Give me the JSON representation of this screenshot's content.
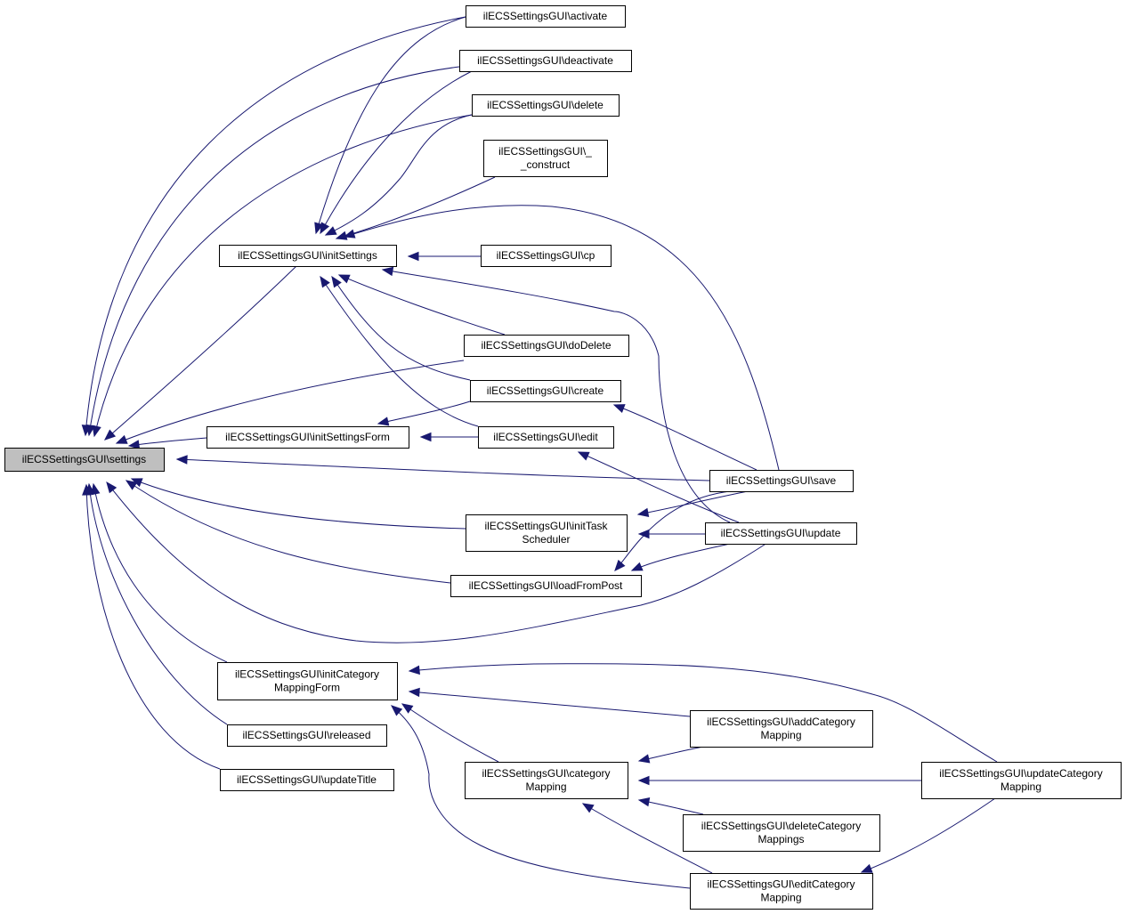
{
  "nodes": [
    {
      "id": "settings",
      "lines": [
        "ilECSSettingsGUI\\settings"
      ],
      "root": true
    },
    {
      "id": "activate",
      "lines": [
        "ilECSSettingsGUI\\activate"
      ]
    },
    {
      "id": "deactivate",
      "lines": [
        "ilECSSettingsGUI\\deactivate"
      ]
    },
    {
      "id": "delete",
      "lines": [
        "ilECSSettingsGUI\\delete"
      ]
    },
    {
      "id": "construct",
      "lines": [
        "ilECSSettingsGUI\\_",
        "_construct"
      ]
    },
    {
      "id": "initSettings",
      "lines": [
        "ilECSSettingsGUI\\initSettings"
      ]
    },
    {
      "id": "cp",
      "lines": [
        "ilECSSettingsGUI\\cp"
      ]
    },
    {
      "id": "doDelete",
      "lines": [
        "ilECSSettingsGUI\\doDelete"
      ]
    },
    {
      "id": "create",
      "lines": [
        "ilECSSettingsGUI\\create"
      ]
    },
    {
      "id": "initSettingsForm",
      "lines": [
        "ilECSSettingsGUI\\initSettingsForm"
      ]
    },
    {
      "id": "edit",
      "lines": [
        "ilECSSettingsGUI\\edit"
      ]
    },
    {
      "id": "save",
      "lines": [
        "ilECSSettingsGUI\\save"
      ]
    },
    {
      "id": "initTaskScheduler",
      "lines": [
        "ilECSSettingsGUI\\initTask",
        "Scheduler"
      ]
    },
    {
      "id": "update",
      "lines": [
        "ilECSSettingsGUI\\update"
      ]
    },
    {
      "id": "loadFromPost",
      "lines": [
        "ilECSSettingsGUI\\loadFromPost"
      ]
    },
    {
      "id": "initCategoryMappingForm",
      "lines": [
        "ilECSSettingsGUI\\initCategory",
        "MappingForm"
      ]
    },
    {
      "id": "addCategoryMapping",
      "lines": [
        "ilECSSettingsGUI\\addCategory",
        "Mapping"
      ]
    },
    {
      "id": "released",
      "lines": [
        "ilECSSettingsGUI\\released"
      ]
    },
    {
      "id": "categoryMapping",
      "lines": [
        "ilECSSettingsGUI\\category",
        "Mapping"
      ]
    },
    {
      "id": "updateCategoryMapping",
      "lines": [
        "ilECSSettingsGUI\\updateCategory",
        "Mapping"
      ]
    },
    {
      "id": "updateTitle",
      "lines": [
        "ilECSSettingsGUI\\updateTitle"
      ]
    },
    {
      "id": "deleteCategoryMappings",
      "lines": [
        "ilECSSettingsGUI\\deleteCategory",
        "Mappings"
      ]
    },
    {
      "id": "editCategoryMapping",
      "lines": [
        "ilECSSettingsGUI\\editCategory",
        "Mapping"
      ]
    }
  ],
  "edges": [
    {
      "from": "activate",
      "to": "settings"
    },
    {
      "from": "deactivate",
      "to": "settings"
    },
    {
      "from": "delete",
      "to": "settings"
    },
    {
      "from": "initSettings",
      "to": "settings"
    },
    {
      "from": "doDelete",
      "to": "settings"
    },
    {
      "from": "create",
      "to": "initSettingsForm"
    },
    {
      "from": "initSettingsForm",
      "to": "settings"
    },
    {
      "from": "edit",
      "to": "initSettingsForm"
    },
    {
      "from": "save",
      "to": "settings"
    },
    {
      "from": "initTaskScheduler",
      "to": "settings"
    },
    {
      "from": "loadFromPost",
      "to": "settings"
    },
    {
      "from": "update",
      "to": "settings"
    },
    {
      "from": "initCategoryMappingForm",
      "to": "settings"
    },
    {
      "from": "released",
      "to": "settings"
    },
    {
      "from": "updateTitle",
      "to": "settings"
    },
    {
      "from": "activate",
      "to": "initSettings"
    },
    {
      "from": "deactivate",
      "to": "initSettings"
    },
    {
      "from": "delete",
      "to": "initSettings"
    },
    {
      "from": "construct",
      "to": "initSettings"
    },
    {
      "from": "save",
      "to": "initSettings"
    },
    {
      "from": "cp",
      "to": "initSettings"
    },
    {
      "from": "update",
      "to": "initSettings"
    },
    {
      "from": "doDelete",
      "to": "initSettings"
    },
    {
      "from": "create",
      "to": "initSettings"
    },
    {
      "from": "edit",
      "to": "initSettings"
    },
    {
      "from": "save",
      "to": "create"
    },
    {
      "from": "update",
      "to": "edit"
    },
    {
      "from": "save",
      "to": "initTaskScheduler"
    },
    {
      "from": "update",
      "to": "initTaskScheduler"
    },
    {
      "from": "save",
      "to": "loadFromPost"
    },
    {
      "from": "update",
      "to": "loadFromPost"
    },
    {
      "from": "updateCategoryMapping",
      "to": "initCategoryMappingForm"
    },
    {
      "from": "addCategoryMapping",
      "to": "initCategoryMappingForm"
    },
    {
      "from": "categoryMapping",
      "to": "initCategoryMappingForm"
    },
    {
      "from": "editCategoryMapping",
      "to": "initCategoryMappingForm"
    },
    {
      "from": "addCategoryMapping",
      "to": "categoryMapping"
    },
    {
      "from": "updateCategoryMapping",
      "to": "categoryMapping"
    },
    {
      "from": "deleteCategoryMappings",
      "to": "categoryMapping"
    },
    {
      "from": "editCategoryMapping",
      "to": "categoryMapping"
    },
    {
      "from": "updateCategoryMapping",
      "to": "editCategoryMapping"
    }
  ],
  "colors": {
    "edge": "#191970",
    "root_fill": "#bfbfbf",
    "node_fill": "#ffffff",
    "node_stroke": "#000000"
  }
}
